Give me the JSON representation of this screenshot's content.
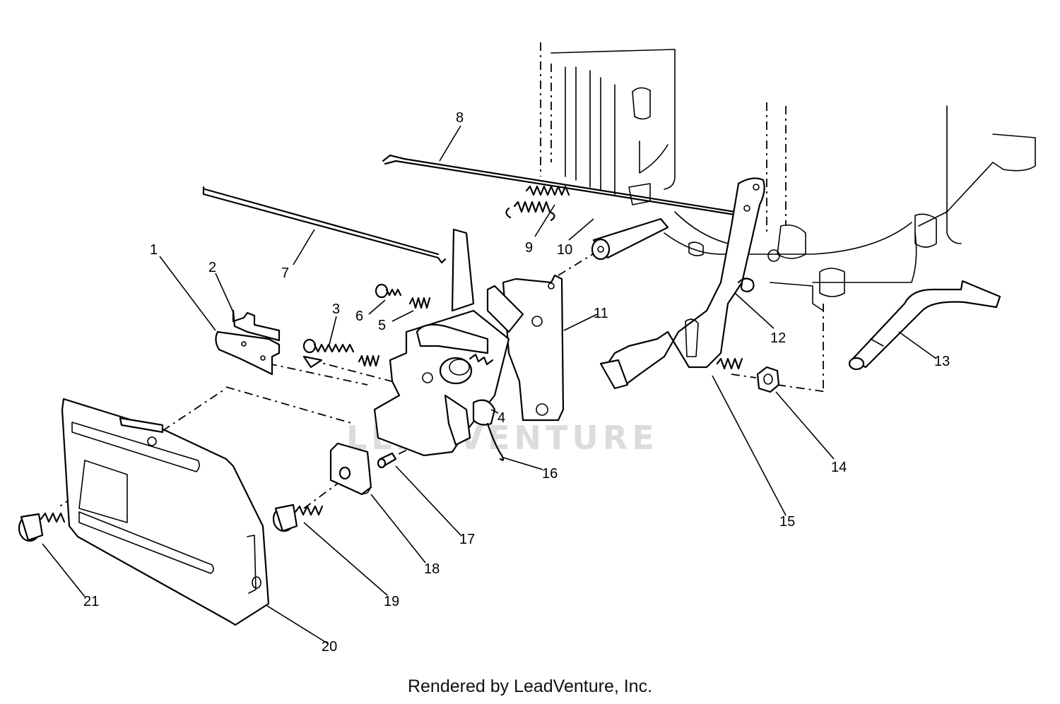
{
  "watermark": "LEADVENTURE",
  "footer": "Rendered by LeadVenture, Inc.",
  "callouts": [
    "1",
    "2",
    "3",
    "4",
    "5",
    "6",
    "7",
    "8",
    "9",
    "10",
    "11",
    "12",
    "13",
    "14",
    "15",
    "16",
    "17",
    "18",
    "19",
    "20",
    "21"
  ]
}
